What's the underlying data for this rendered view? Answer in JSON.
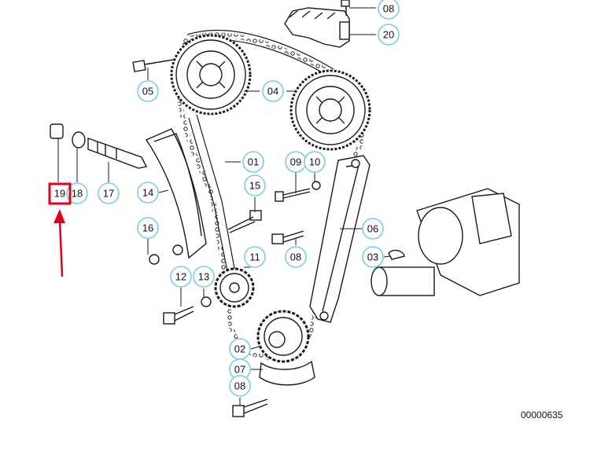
{
  "diagram": {
    "document_number": "00000635",
    "highlighted_part": "19",
    "colors": {
      "callout_ring": "#7ccbe6",
      "highlight_box": "#e0001a",
      "arrow": "#e0001a",
      "line_art": "#1a1a1a"
    },
    "callouts": [
      {
        "label": "08"
      },
      {
        "label": "20"
      },
      {
        "label": "05"
      },
      {
        "label": "04"
      },
      {
        "label": "01"
      },
      {
        "label": "09"
      },
      {
        "label": "10"
      },
      {
        "label": "19"
      },
      {
        "label": "18"
      },
      {
        "label": "17"
      },
      {
        "label": "14"
      },
      {
        "label": "15"
      },
      {
        "label": "16"
      },
      {
        "label": "06"
      },
      {
        "label": "08"
      },
      {
        "label": "03"
      },
      {
        "label": "11"
      },
      {
        "label": "12"
      },
      {
        "label": "13"
      },
      {
        "label": "02"
      },
      {
        "label": "07"
      },
      {
        "label": "08"
      }
    ]
  }
}
